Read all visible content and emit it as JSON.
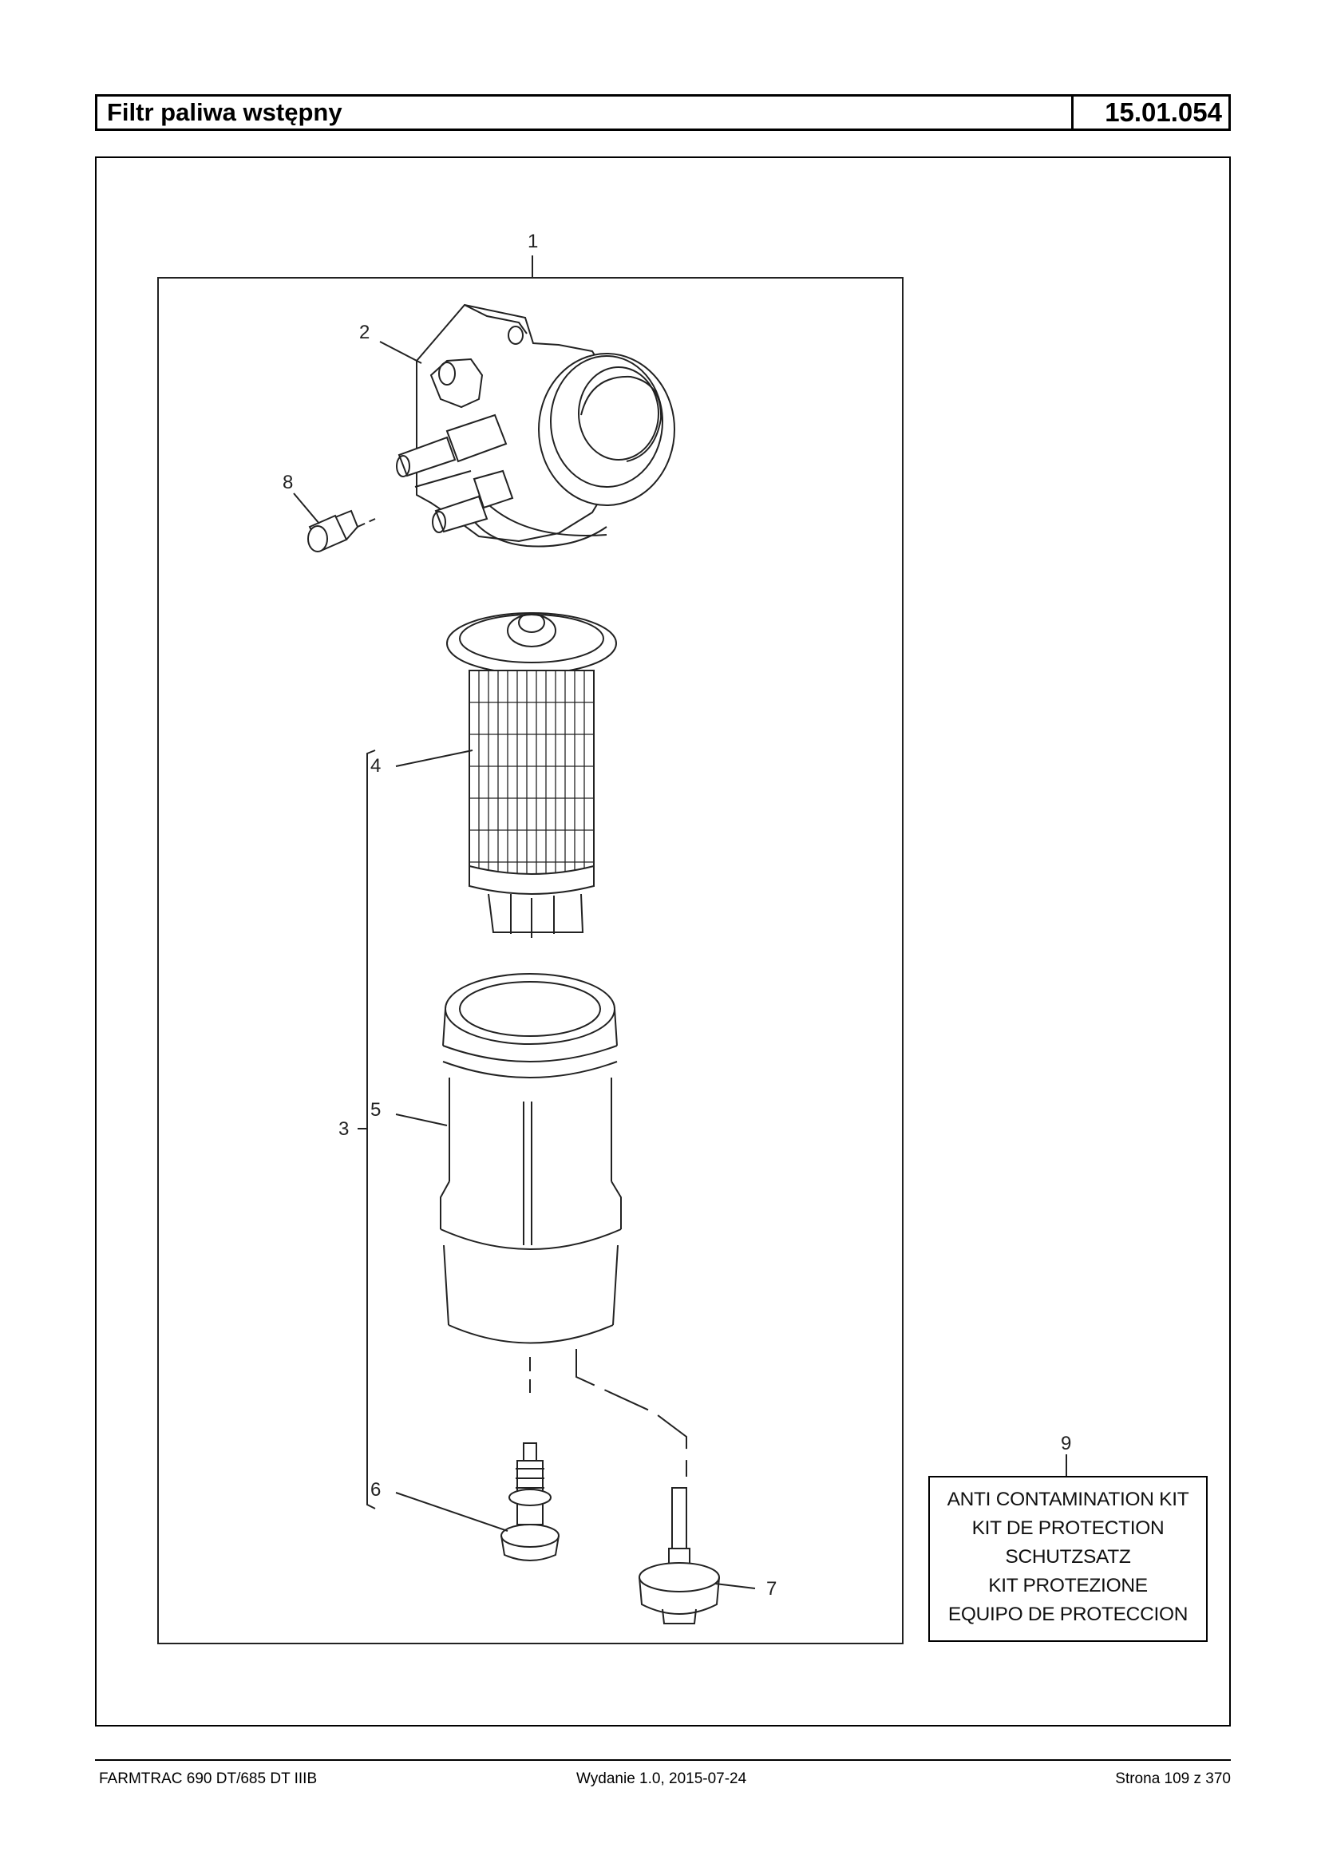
{
  "header": {
    "title": "Filtr paliwa wstępny",
    "code": "15.01.054"
  },
  "callouts": {
    "c1": "1",
    "c2": "2",
    "c3": "3",
    "c4": "4",
    "c5": "5",
    "c6": "6",
    "c7": "7",
    "c8": "8",
    "c9": "9"
  },
  "kit": {
    "lines": [
      "ANTI CONTAMINATION KIT",
      "KIT DE PROTECTION",
      "SCHUTZSATZ",
      "KIT PROTEZIONE",
      "EQUIPO DE PROTECCION"
    ]
  },
  "footer": {
    "model": "FARMTRAC 690 DT/685 DT IIIB",
    "edition": "Wydanie 1.0,  2015-07-24",
    "page": "Strona 109 z 370"
  }
}
